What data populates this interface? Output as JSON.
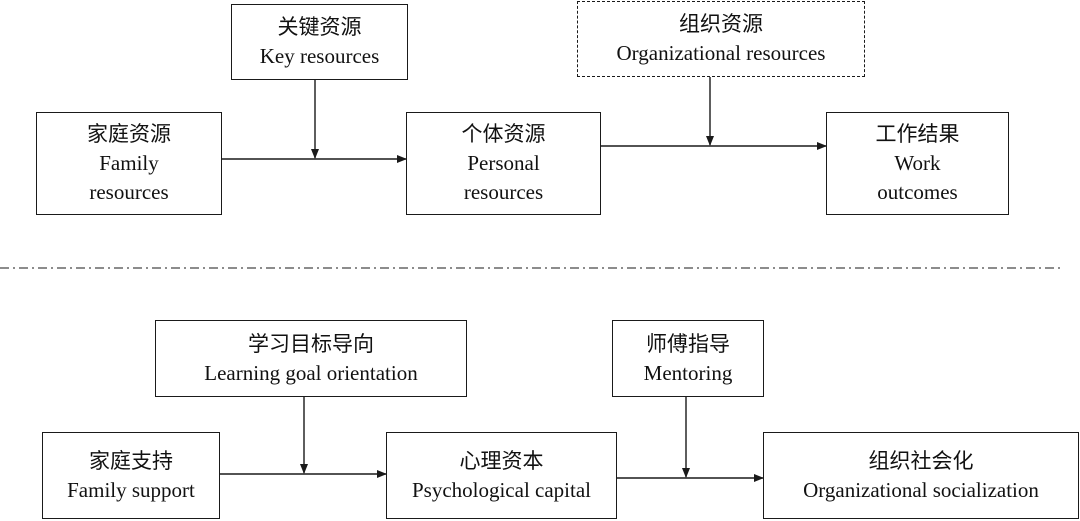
{
  "diagram": {
    "top_model": {
      "family_resources": {
        "cn": "家庭资源",
        "en_line1": "Family",
        "en_line2": "resources"
      },
      "key_resources": {
        "cn": "关键资源",
        "en": "Key resources"
      },
      "personal_resources": {
        "cn": "个体资源",
        "en_line1": "Personal",
        "en_line2": "resources"
      },
      "organizational_resources": {
        "cn": "组织资源",
        "en": "Organizational resources"
      },
      "work_outcomes": {
        "cn": "工作结果",
        "en_line1": "Work",
        "en_line2": "outcomes"
      }
    },
    "bottom_model": {
      "family_support": {
        "cn": "家庭支持",
        "en": "Family support"
      },
      "learning_goal_orientation": {
        "cn": "学习目标导向",
        "en": "Learning goal orientation"
      },
      "psychological_capital": {
        "cn": "心理资本",
        "en": "Psychological capital"
      },
      "mentoring": {
        "cn": "师傅指导",
        "en": "Mentoring"
      },
      "organizational_socialization": {
        "cn": "组织社会化",
        "en": "Organizational socialization"
      }
    }
  }
}
